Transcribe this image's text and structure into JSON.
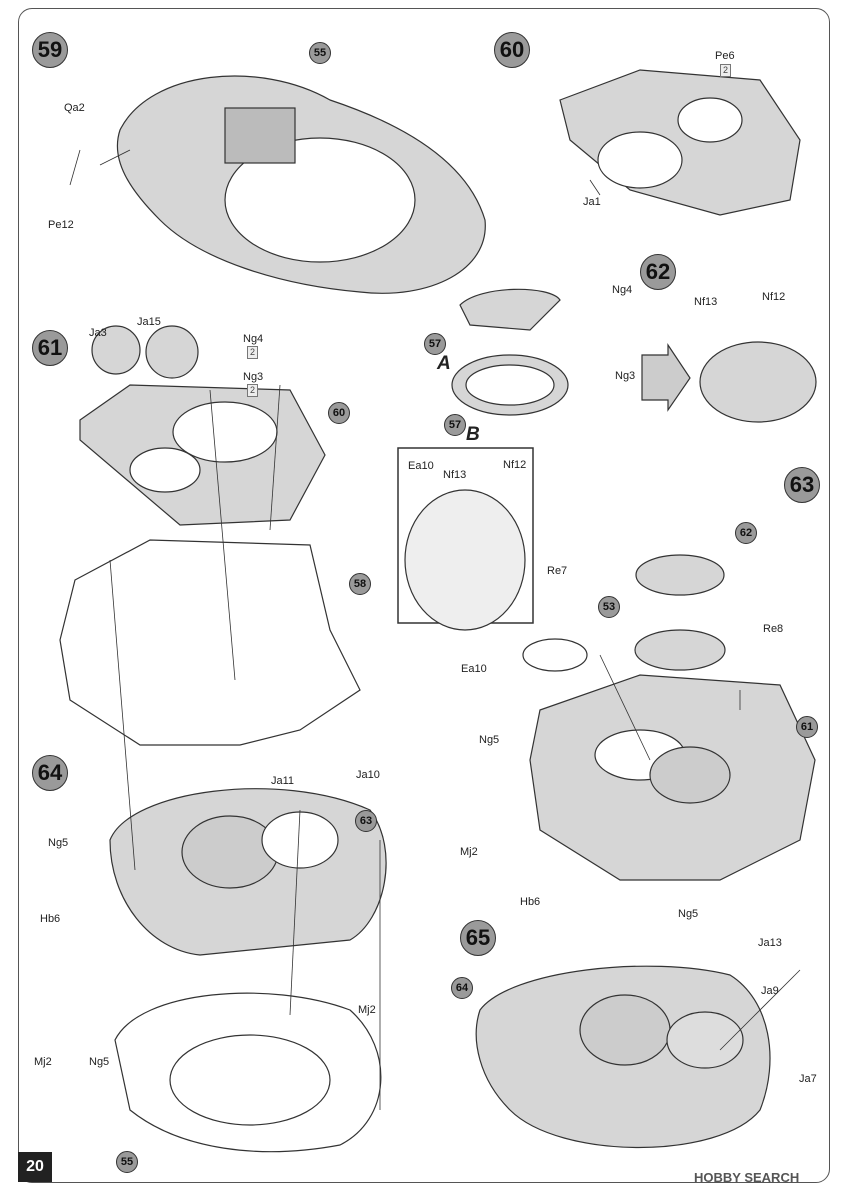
{
  "page_number": "20",
  "watermark": "HOBBY SEARCH",
  "steps": [
    "59",
    "60",
    "61",
    "62",
    "63",
    "64",
    "65"
  ],
  "sub_steps": [
    "A",
    "B"
  ],
  "refs": [
    "55",
    "57",
    "57",
    "60",
    "58",
    "53",
    "62",
    "61",
    "63",
    "64",
    "55"
  ],
  "labels": {
    "qa2": "Qa2",
    "pe12": "Pe12",
    "pe6": "Pe6",
    "ja1": "Ja1",
    "ja3": "Ja3",
    "ja15": "Ja15",
    "ng4_61": "Ng4",
    "ng3_61": "Ng3",
    "ng4_62": "Ng4",
    "ng3_62": "Ng3",
    "nf13": "Nf13",
    "nf12": "Nf12",
    "ea10_inset": "Ea10",
    "nf13_inset": "Nf13",
    "nf12_inset": "Nf12",
    "re7": "Re7",
    "re8": "Re8",
    "ea10": "Ea10",
    "ng5_63a": "Ng5",
    "mj2_63": "Mj2",
    "hb6_63": "Hb6",
    "ng5_63b": "Ng5",
    "ja11": "Ja11",
    "ja10": "Ja10",
    "ng5_64a": "Ng5",
    "hb6_64": "Hb6",
    "mj2_64a": "Mj2",
    "ng5_64b": "Ng5",
    "mj2_64b": "Mj2",
    "ja13": "Ja13",
    "ja9": "Ja9",
    "ja7": "Ja7"
  },
  "quantities": [
    "2",
    "2",
    "2"
  ]
}
